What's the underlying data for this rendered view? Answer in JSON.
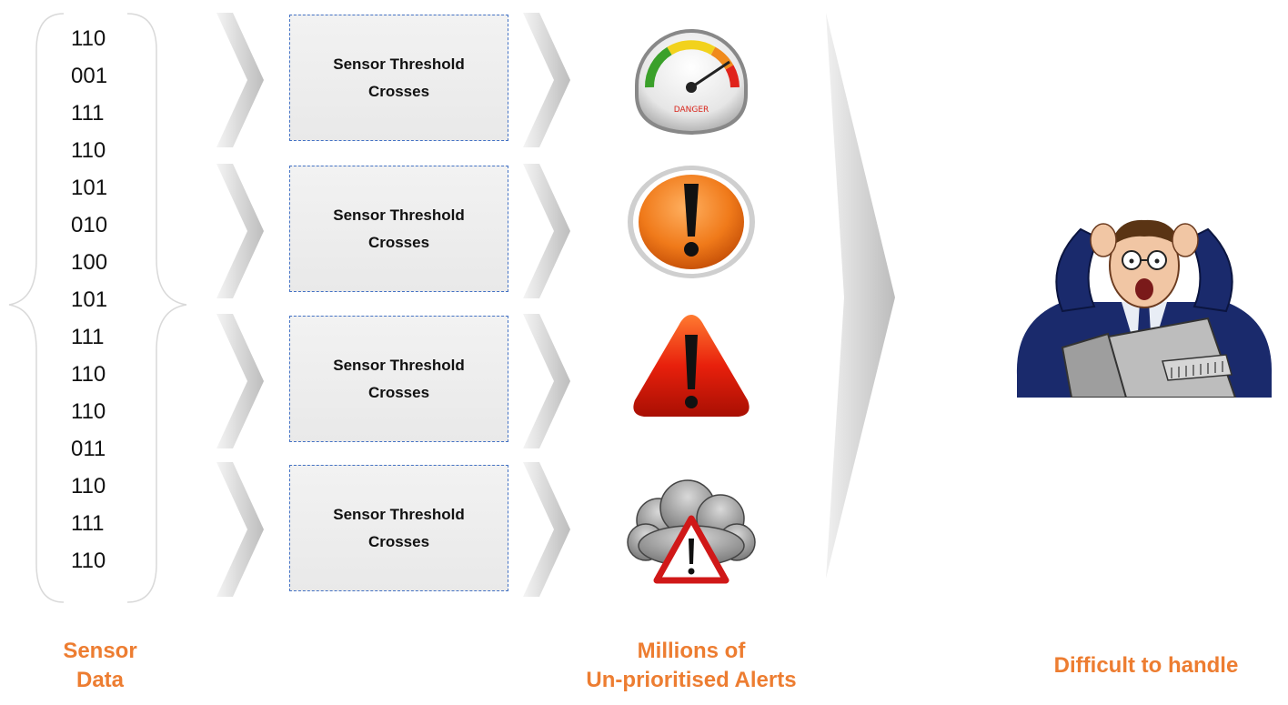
{
  "binary_values": [
    "110",
    "001",
    "111",
    "110",
    "101",
    "010",
    "100",
    "101",
    "111",
    "110",
    "110",
    "011",
    "110",
    "111",
    "110"
  ],
  "sensor_boxes": [
    {
      "label": "Sensor Threshold\nCrosses"
    },
    {
      "label": "Sensor Threshold\nCrosses"
    },
    {
      "label": "Sensor Threshold\nCrosses"
    },
    {
      "label": "Sensor Threshold\nCrosses"
    }
  ],
  "gauge_label": "DANGER",
  "captions": {
    "sensor_data_line1": "Sensor",
    "sensor_data_line2": "Data",
    "alerts_line1": "Millions of",
    "alerts_line2": "Un-prioritised Alerts",
    "difficult": "Difficult to handle"
  },
  "colors": {
    "caption": "#ed7d31",
    "box_border": "#4472c4",
    "alert_orange": "#f07a1a",
    "alert_red": "#e8200c",
    "chevron_gray": "#cfcfcf"
  },
  "icons": [
    "danger-gauge-icon",
    "exclamation-circle-icon",
    "exclamation-triangle-icon",
    "storm-cloud-warning-icon",
    "stressed-man-computer-icon"
  ]
}
